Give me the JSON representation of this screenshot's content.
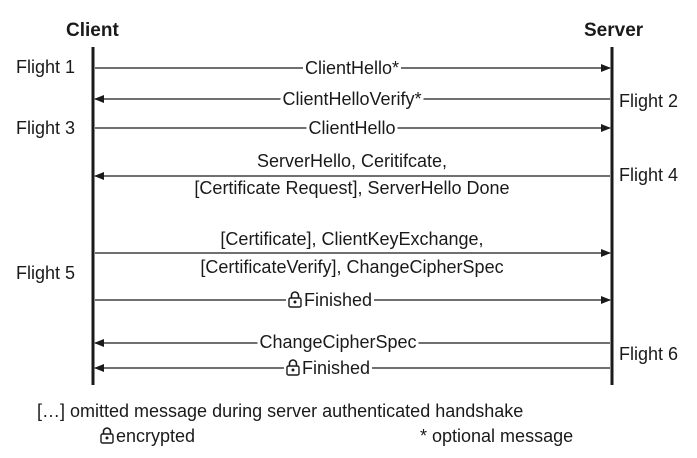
{
  "participants": {
    "client": "Client",
    "server": "Server"
  },
  "flights": {
    "f1": "Flight 1",
    "f2": "Flight 2",
    "f3": "Flight 3",
    "f4": "Flight 4",
    "f5": "Flight 5",
    "f6": "Flight 6"
  },
  "messages": {
    "m1": "ClientHello*",
    "m2": "ClientHelloVerify*",
    "m3": "ClientHello",
    "m4a": "ServerHello, Ceritifcate,",
    "m4b": "[Certificate Request], ServerHello Done",
    "m5a": "[Certificate], ClientKeyExchange,",
    "m5b": "[CertificateVerify], ChangeCipherSpec",
    "m5c": "Finished",
    "m6a": "ChangeCipherSpec",
    "m6b": "Finished"
  },
  "legend": {
    "omitted": "[…] omitted message during server authenticated handshake",
    "encrypted": "encrypted",
    "optional": "* optional message"
  },
  "icons": {
    "encrypted_marker": "lock-icon"
  }
}
